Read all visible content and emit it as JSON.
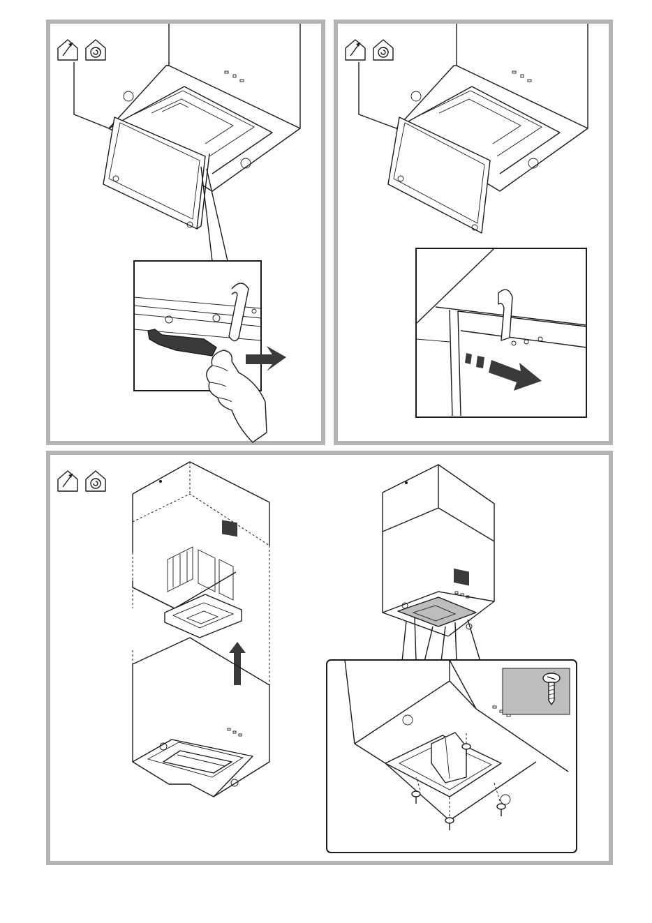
{
  "page": {
    "panels": [
      {
        "id": "panel-1",
        "step": "remove-grease-filter-detail",
        "symbols": [
          "ducted-mode-icon",
          "recirculation-mode-icon"
        ]
      },
      {
        "id": "panel-2",
        "step": "unhook-filter-panel-detail",
        "symbols": [
          "ducted-mode-icon",
          "recirculation-mode-icon"
        ]
      },
      {
        "id": "panel-3",
        "step": "install-hood-body-detail",
        "symbols": [
          "ducted-mode-icon",
          "recirculation-mode-icon"
        ]
      }
    ],
    "colors": {
      "frame": "#b3b3b3",
      "line": "#1a1a1a",
      "shade": "#bdbdbd",
      "dark": "#3a3a3a"
    },
    "icons": [
      "ducted-mode-icon",
      "recirculation-mode-icon",
      "push-arrow-icon",
      "slide-arrow-icon",
      "up-arrow-icon",
      "screw-icon",
      "hand-icon",
      "hook-bracket-icon"
    ]
  }
}
